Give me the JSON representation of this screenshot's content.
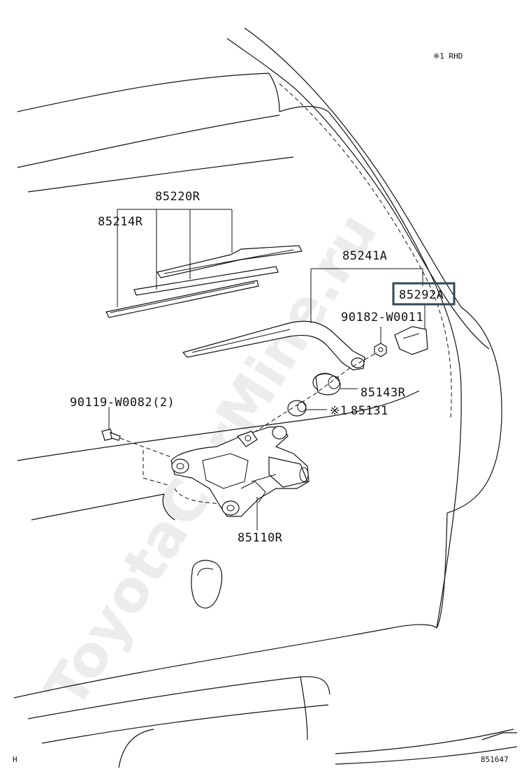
{
  "diagram": {
    "labels": {
      "rhd_note": "※1 RHD",
      "p85220R": "85220R",
      "p85214R": "85214R",
      "p85241A": "85241A",
      "p85292A": "85292A",
      "p90182": "90182-W0011",
      "p85143R": "85143R",
      "p90119": "90119-W0082(2)",
      "p85131_mark": "※1",
      "p85131": "85131",
      "p85110R": "85110R",
      "corner_h": "H",
      "figure_id": "851647"
    },
    "highlighted_part": "85292A",
    "watermark": "ToyotaCarMine.ru",
    "colors": {
      "ink": "#111111",
      "highlight_box": "#2e4a5a",
      "background": "#ffffff"
    }
  }
}
